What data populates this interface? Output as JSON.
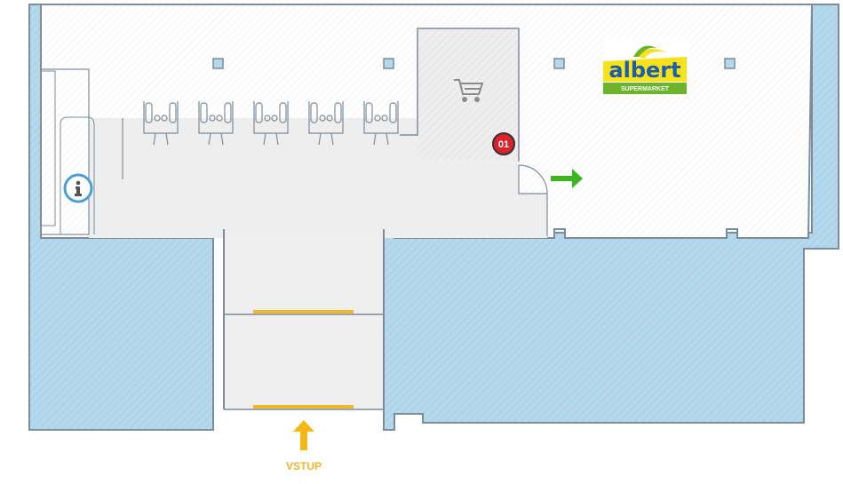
{
  "map": {
    "entrance_label": "VSTUP",
    "store_marker": "01",
    "store_logo": {
      "word": "albert",
      "subtitle": "SUPERMARKET"
    },
    "icons": {
      "info": "info-icon",
      "cart": "shopping-cart-icon",
      "exit_arrow": "arrow-right-icon",
      "entrance_arrow": "arrow-up-icon"
    },
    "colors": {
      "water": "#b3d7ec",
      "floor": "#efefef",
      "building": "#ffffff",
      "wall": "#7d8c99",
      "door_marker": "#f0b92b",
      "store_marker": "#d9222a",
      "info": "#4a9fd4",
      "exit_arrow": "#3cb521",
      "entrance_arrow": "#f5b915",
      "logo_yellow": "#f7e21b",
      "logo_green": "#6cb52b",
      "logo_blue": "#1d5ea8"
    }
  }
}
